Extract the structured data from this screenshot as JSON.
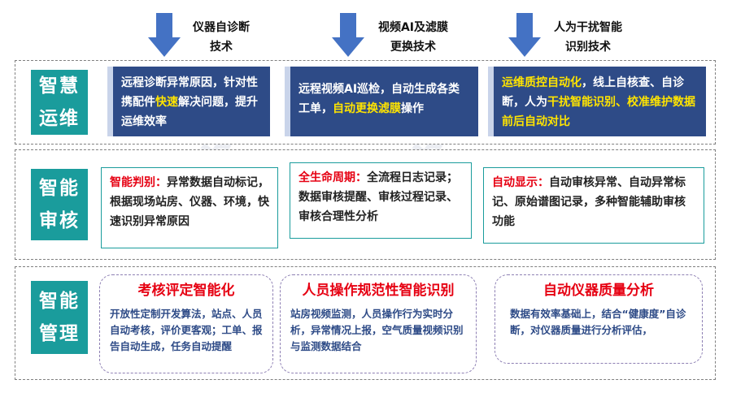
{
  "arrows": [
    {
      "caption": "仪器自诊断\n技术"
    },
    {
      "caption": "视频AI及滤膜\n更换技术"
    },
    {
      "caption": "人为干扰智能\n识别技术"
    }
  ],
  "rows": {
    "ops": {
      "label": "智慧\n运维",
      "boxes": [
        {
          "pre": "远程诊断异常原因，针对性携配件",
          "hl": "快速",
          "post": "解决问题，提升运维效率"
        },
        {
          "pre": "远程视频AI巡检，自动生成各类工单，",
          "hl": "自动更换滤膜",
          "post": "操作"
        },
        {
          "hl1": "运维质控自动化",
          "mid1": "，线上自核查、自诊断，人为",
          "hl2": "干扰智能识别、校准维护数据前后自动对比",
          "post": ""
        }
      ]
    },
    "audit": {
      "label": "智能\n审核",
      "boxes": [
        {
          "title": "智能判别：",
          "body": "异常数据自动标记，根据现场站房、仪器、环境，快速识别异常原因"
        },
        {
          "title": "全生命周期：",
          "body": "全流程日志记录；数据审核提醒、审核过程记录、审核合理性分析"
        },
        {
          "title": "自动显示：",
          "body": "自动审核异常、自动异常标记、原始谱图记录，多种智能辅助审核功能"
        }
      ]
    },
    "manage": {
      "label": "智能\n管理",
      "boxes": [
        {
          "title": "考核评定智能化",
          "body": "开放性定制开发算法，站点、人员自动考核，评价更客观；工单、报告自动生成，任务自动提醒"
        },
        {
          "title": "人员操作规范性智能识别",
          "body": "站房视频监测，人员操作行为实时分析，异常情况上报，空气质量视频识别与监测数据结合"
        },
        {
          "title": "自动仪器质量分析",
          "body": "数据有效率基础上，结合“健康度”自诊断，对仪器质量进行分析评估，"
        }
      ]
    }
  },
  "watermark": "LIHERO",
  "colors": {
    "teal": "#1a9c9c",
    "navy": "#2e4b87",
    "red": "#e60012",
    "yellow": "#ffe400"
  }
}
